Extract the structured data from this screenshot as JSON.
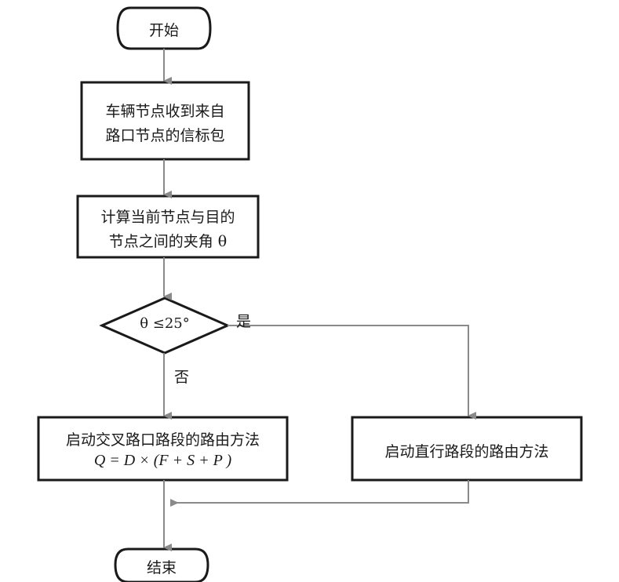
{
  "flowchart": {
    "start": "开始",
    "step1": {
      "line1": "车辆节点收到来自",
      "line2": "路口节点的信标包"
    },
    "step2": {
      "line1": "计算当前节点与目的",
      "line2": "节点之间的夹角 θ"
    },
    "decision": "θ ≤25°",
    "yes_label": "是",
    "no_label": "否",
    "left_branch": {
      "line1": "启动交叉路口路段的路由方法",
      "formula": "Q = D × (F + S + P )"
    },
    "right_branch": "启动直行路段的路由方法",
    "end": "结束"
  },
  "colors": {
    "box_border": "#1a1a1a",
    "arrow": "#8a8a8a",
    "text": "#1a1a1a",
    "background": "#ffffff"
  }
}
